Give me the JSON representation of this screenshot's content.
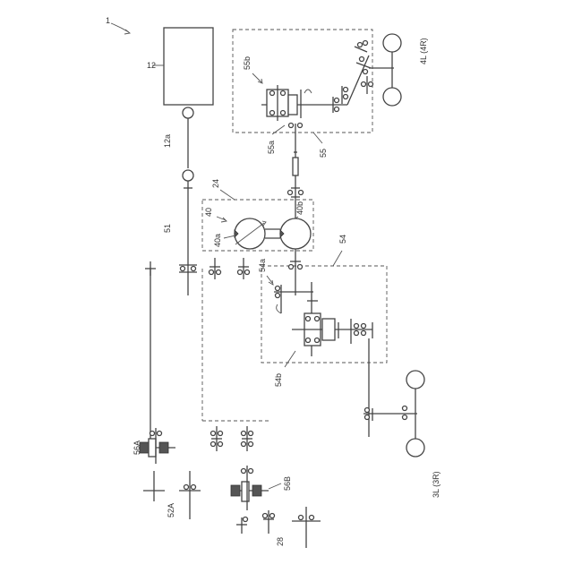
{
  "figure_number": "1",
  "labels": {
    "engine": "12",
    "shaft_12a": "12a",
    "box_24": "24",
    "pump_40": "40",
    "pump_40a": "40a",
    "motor_40b": "40b",
    "shaft_51": "51",
    "group_54": "54",
    "part_54a": "54a",
    "part_54b": "54b",
    "group_55": "55",
    "part_55a": "55a",
    "part_55b": "55b",
    "wheels_front": "4L (4R)",
    "wheels_rear": "3L (3R)",
    "unit_56A": "56A",
    "unit_56B": "56B",
    "unit_52A": "52A",
    "unit_28": "28"
  }
}
